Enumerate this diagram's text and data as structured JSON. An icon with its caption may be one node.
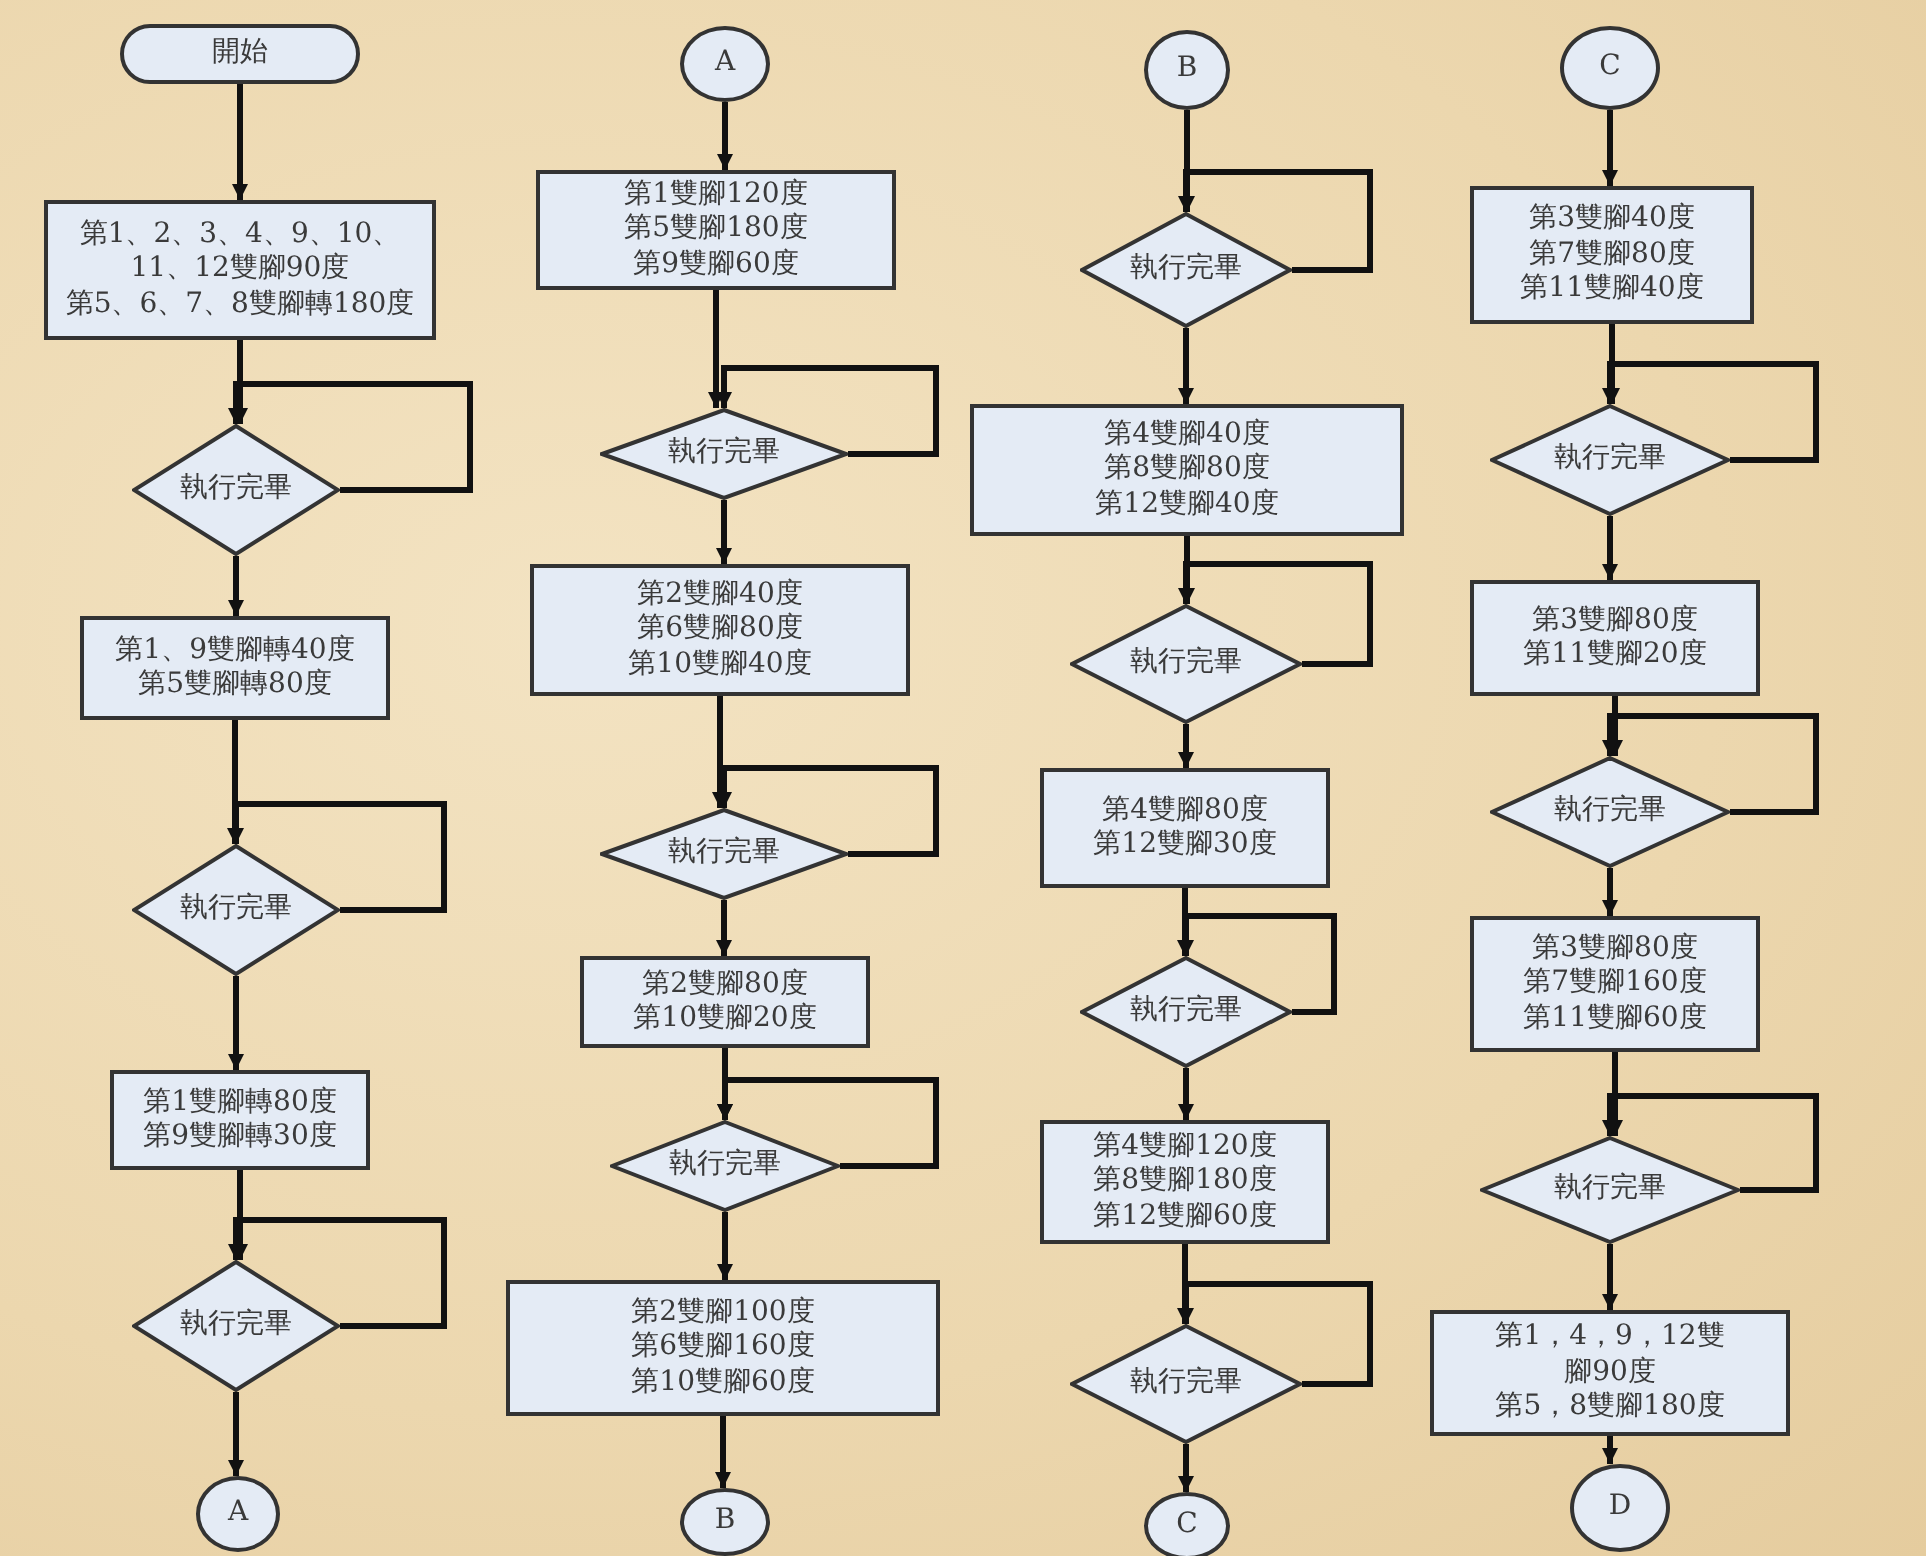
{
  "diagram": {
    "nodes": [
      {
        "text": [
          "開始"
        ]
      },
      {
        "text": [
          "第1、2、3、4、9、10、11、12雙腳90度第5、6、7、8雙腳轉180度"
        ]
      },
      {
        "text": [
          "執行完畢"
        ]
      },
      {
        "text": [
          "第1、9雙腳轉40度第5雙腳轉80度"
        ]
      },
      {
        "text": [
          "執行完畢"
        ]
      },
      {
        "text": [
          "第1雙腳轉80度第9雙腳轉30度"
        ]
      },
      {
        "text": [
          "執行完畢"
        ]
      },
      {
        "text": [
          "A"
        ]
      },
      {
        "text": [
          "A"
        ]
      },
      {
        "text": [
          "第1雙腳120度第5雙腳180度第9雙腳60度"
        ]
      },
      {
        "text": [
          "執行完畢"
        ]
      },
      {
        "text": [
          "第2雙腳40度第6雙腳80度第10雙腳40度"
        ]
      },
      {
        "text": [
          "執行完畢"
        ]
      },
      {
        "text": [
          "第2雙腳80度第10雙腳20度"
        ]
      },
      {
        "text": [
          "執行完畢"
        ]
      },
      {
        "text": [
          "第2雙腳100度第6雙腳160度第10雙腳60度"
        ]
      },
      {
        "text": [
          "B"
        ]
      },
      {
        "text": [
          "B"
        ]
      },
      {
        "text": [
          "執行完畢"
        ]
      },
      {
        "text": [
          "第4雙腳40度第8雙腳80度第12雙腳40度"
        ]
      },
      {
        "text": [
          "執行完畢"
        ]
      },
      {
        "text": [
          "第4雙腳80度第12雙腳30度"
        ]
      },
      {
        "text": [
          "執行完畢"
        ]
      },
      {
        "text": [
          "第4雙腳120度第8雙腳180度第12雙腳60度"
        ]
      },
      {
        "text": [
          "執行完畢"
        ]
      },
      {
        "text": [
          "C"
        ]
      },
      {
        "text": [
          "C"
        ]
      },
      {
        "text": [
          "第3雙腳40度第7雙腳80度第11雙腳40度"
        ]
      },
      {
        "text": [
          "執行完畢"
        ]
      },
      {
        "text": [
          "第3雙腳80度第11雙腳20度"
        ]
      },
      {
        "text": [
          "執行完畢"
        ]
      },
      {
        "text": [
          "第3雙腳80度第7雙腳160度第11雙腳60度"
        ]
      },
      {
        "text": [
          "執行完畢"
        ]
      },
      {
        "text": [
          "第1，4，9，12雙腳90度第5，8雙腳180度"
        ]
      },
      {
        "text": [
          "D"
        ]
      }
    ],
    "edges": [
      {
        "from": 0,
        "to": 1,
        "arrow": "to"
      },
      {
        "from": 1,
        "to": 2,
        "arrow": "to"
      },
      {
        "from": 2,
        "to": 2,
        "arrow": "to"
      },
      {
        "from": 2,
        "to": 3,
        "arrow": "to"
      },
      {
        "from": 3,
        "to": 4,
        "arrow": "to"
      },
      {
        "from": 4,
        "to": 4,
        "arrow": "to"
      },
      {
        "from": 4,
        "to": 5,
        "arrow": "to"
      },
      {
        "from": 5,
        "to": 6,
        "arrow": "to"
      },
      {
        "from": 6,
        "to": 6,
        "arrow": "to"
      },
      {
        "from": 6,
        "to": 7,
        "arrow": "to"
      },
      {
        "from": 8,
        "to": 9,
        "arrow": "to"
      },
      {
        "from": 9,
        "to": 10,
        "arrow": "to"
      },
      {
        "from": 10,
        "to": 10,
        "arrow": "to"
      },
      {
        "from": 10,
        "to": 11,
        "arrow": "to"
      },
      {
        "from": 11,
        "to": 12,
        "arrow": "to"
      },
      {
        "from": 12,
        "to": 12,
        "arrow": "to"
      },
      {
        "from": 12,
        "to": 13,
        "arrow": "to"
      },
      {
        "from": 13,
        "to": 14,
        "arrow": "to"
      },
      {
        "from": 14,
        "to": 14,
        "arrow": "to"
      },
      {
        "from": 14,
        "to": 15,
        "arrow": "to"
      },
      {
        "from": 15,
        "to": 16,
        "arrow": "to"
      },
      {
        "from": 17,
        "to": 18,
        "arrow": "to"
      },
      {
        "from": 18,
        "to": 18,
        "arrow": "to"
      },
      {
        "from": 18,
        "to": 19,
        "arrow": "to"
      },
      {
        "from": 19,
        "to": 20,
        "arrow": "to"
      },
      {
        "from": 20,
        "to": 20,
        "arrow": "to"
      },
      {
        "from": 20,
        "to": 21,
        "arrow": "to"
      },
      {
        "from": 21,
        "to": 22,
        "arrow": "to"
      },
      {
        "from": 22,
        "to": 22,
        "arrow": "to"
      },
      {
        "from": 22,
        "to": 23,
        "arrow": "to"
      },
      {
        "from": 23,
        "to": 24,
        "arrow": "to"
      },
      {
        "from": 24,
        "to": 24,
        "arrow": "to"
      },
      {
        "from": 24,
        "to": 25,
        "arrow": "to"
      },
      {
        "from": 26,
        "to": 27,
        "arrow": "to"
      },
      {
        "from": 27,
        "to": 28,
        "arrow": "to"
      },
      {
        "from": 28,
        "to": 28,
        "arrow": "to"
      },
      {
        "from": 28,
        "to": 29,
        "arrow": "to"
      },
      {
        "from": 29,
        "to": 30,
        "arrow": "to"
      },
      {
        "from": 30,
        "to": 30,
        "arrow": "to"
      },
      {
        "from": 30,
        "to": 31,
        "arrow": "to"
      },
      {
        "from": 31,
        "to": 32,
        "arrow": "to"
      },
      {
        "from": 32,
        "to": 32,
        "arrow": "to"
      },
      {
        "from": 32,
        "to": 33,
        "arrow": "to"
      },
      {
        "from": 33,
        "to": 34,
        "arrow": "to"
      }
    ]
  }
}
